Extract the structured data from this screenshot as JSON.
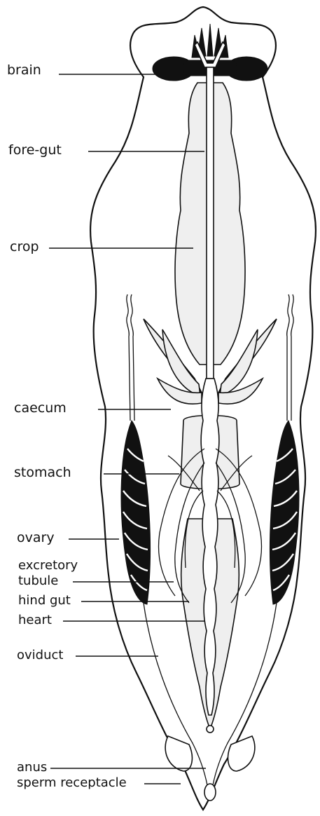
{
  "labels": {
    "brain": "brain",
    "fore_gut": "fore-gut",
    "crop": "crop",
    "caecum": "caecum",
    "stomach": "stomach",
    "ovary": "ovary",
    "excretory": "excretory",
    "tubule": "tubule",
    "hind_gut": "hind gut",
    "heart": "heart",
    "oviduct": "oviduct",
    "anus": "anus",
    "sperm_receptacle": "sperm receptacle"
  },
  "colors": {
    "ink": "#111111",
    "organ_fill": "#efefef",
    "background": "#ffffff"
  }
}
